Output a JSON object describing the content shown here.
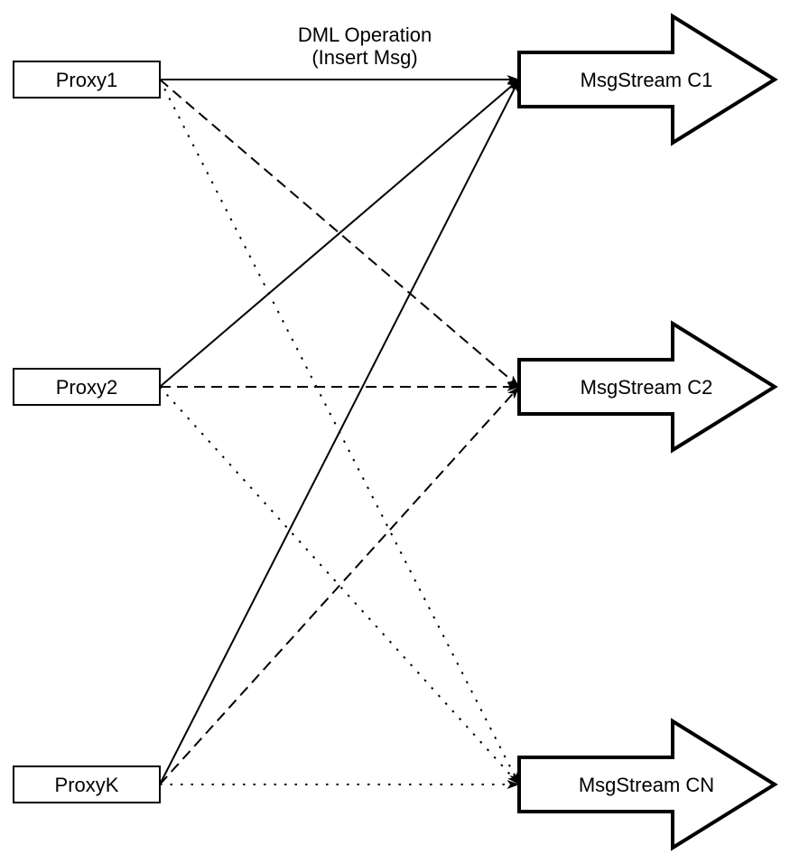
{
  "diagram": {
    "title": {
      "line1": "DML Operation",
      "line2": "(Insert Msg)"
    },
    "proxies": [
      {
        "id": "proxy1",
        "label": "Proxy1"
      },
      {
        "id": "proxy2",
        "label": "Proxy2"
      },
      {
        "id": "proxyk",
        "label": "ProxyK"
      }
    ],
    "streams": [
      {
        "id": "c1",
        "label": "MsgStream C1"
      },
      {
        "id": "c2",
        "label": "MsgStream C2"
      },
      {
        "id": "cn",
        "label": "MsgStream CN"
      }
    ],
    "edges": [
      {
        "from": "proxy1",
        "to": "c1",
        "style": "solid"
      },
      {
        "from": "proxy2",
        "to": "c1",
        "style": "solid"
      },
      {
        "from": "proxyk",
        "to": "c1",
        "style": "solid"
      },
      {
        "from": "proxy1",
        "to": "c2",
        "style": "dashed"
      },
      {
        "from": "proxy2",
        "to": "c2",
        "style": "dashed"
      },
      {
        "from": "proxyk",
        "to": "c2",
        "style": "dashed"
      },
      {
        "from": "proxy1",
        "to": "cn",
        "style": "dotted"
      },
      {
        "from": "proxy2",
        "to": "cn",
        "style": "dotted"
      },
      {
        "from": "proxyk",
        "to": "cn",
        "style": "dotted"
      }
    ],
    "colors": {
      "stroke": "#000000",
      "fill": "#ffffff"
    }
  }
}
